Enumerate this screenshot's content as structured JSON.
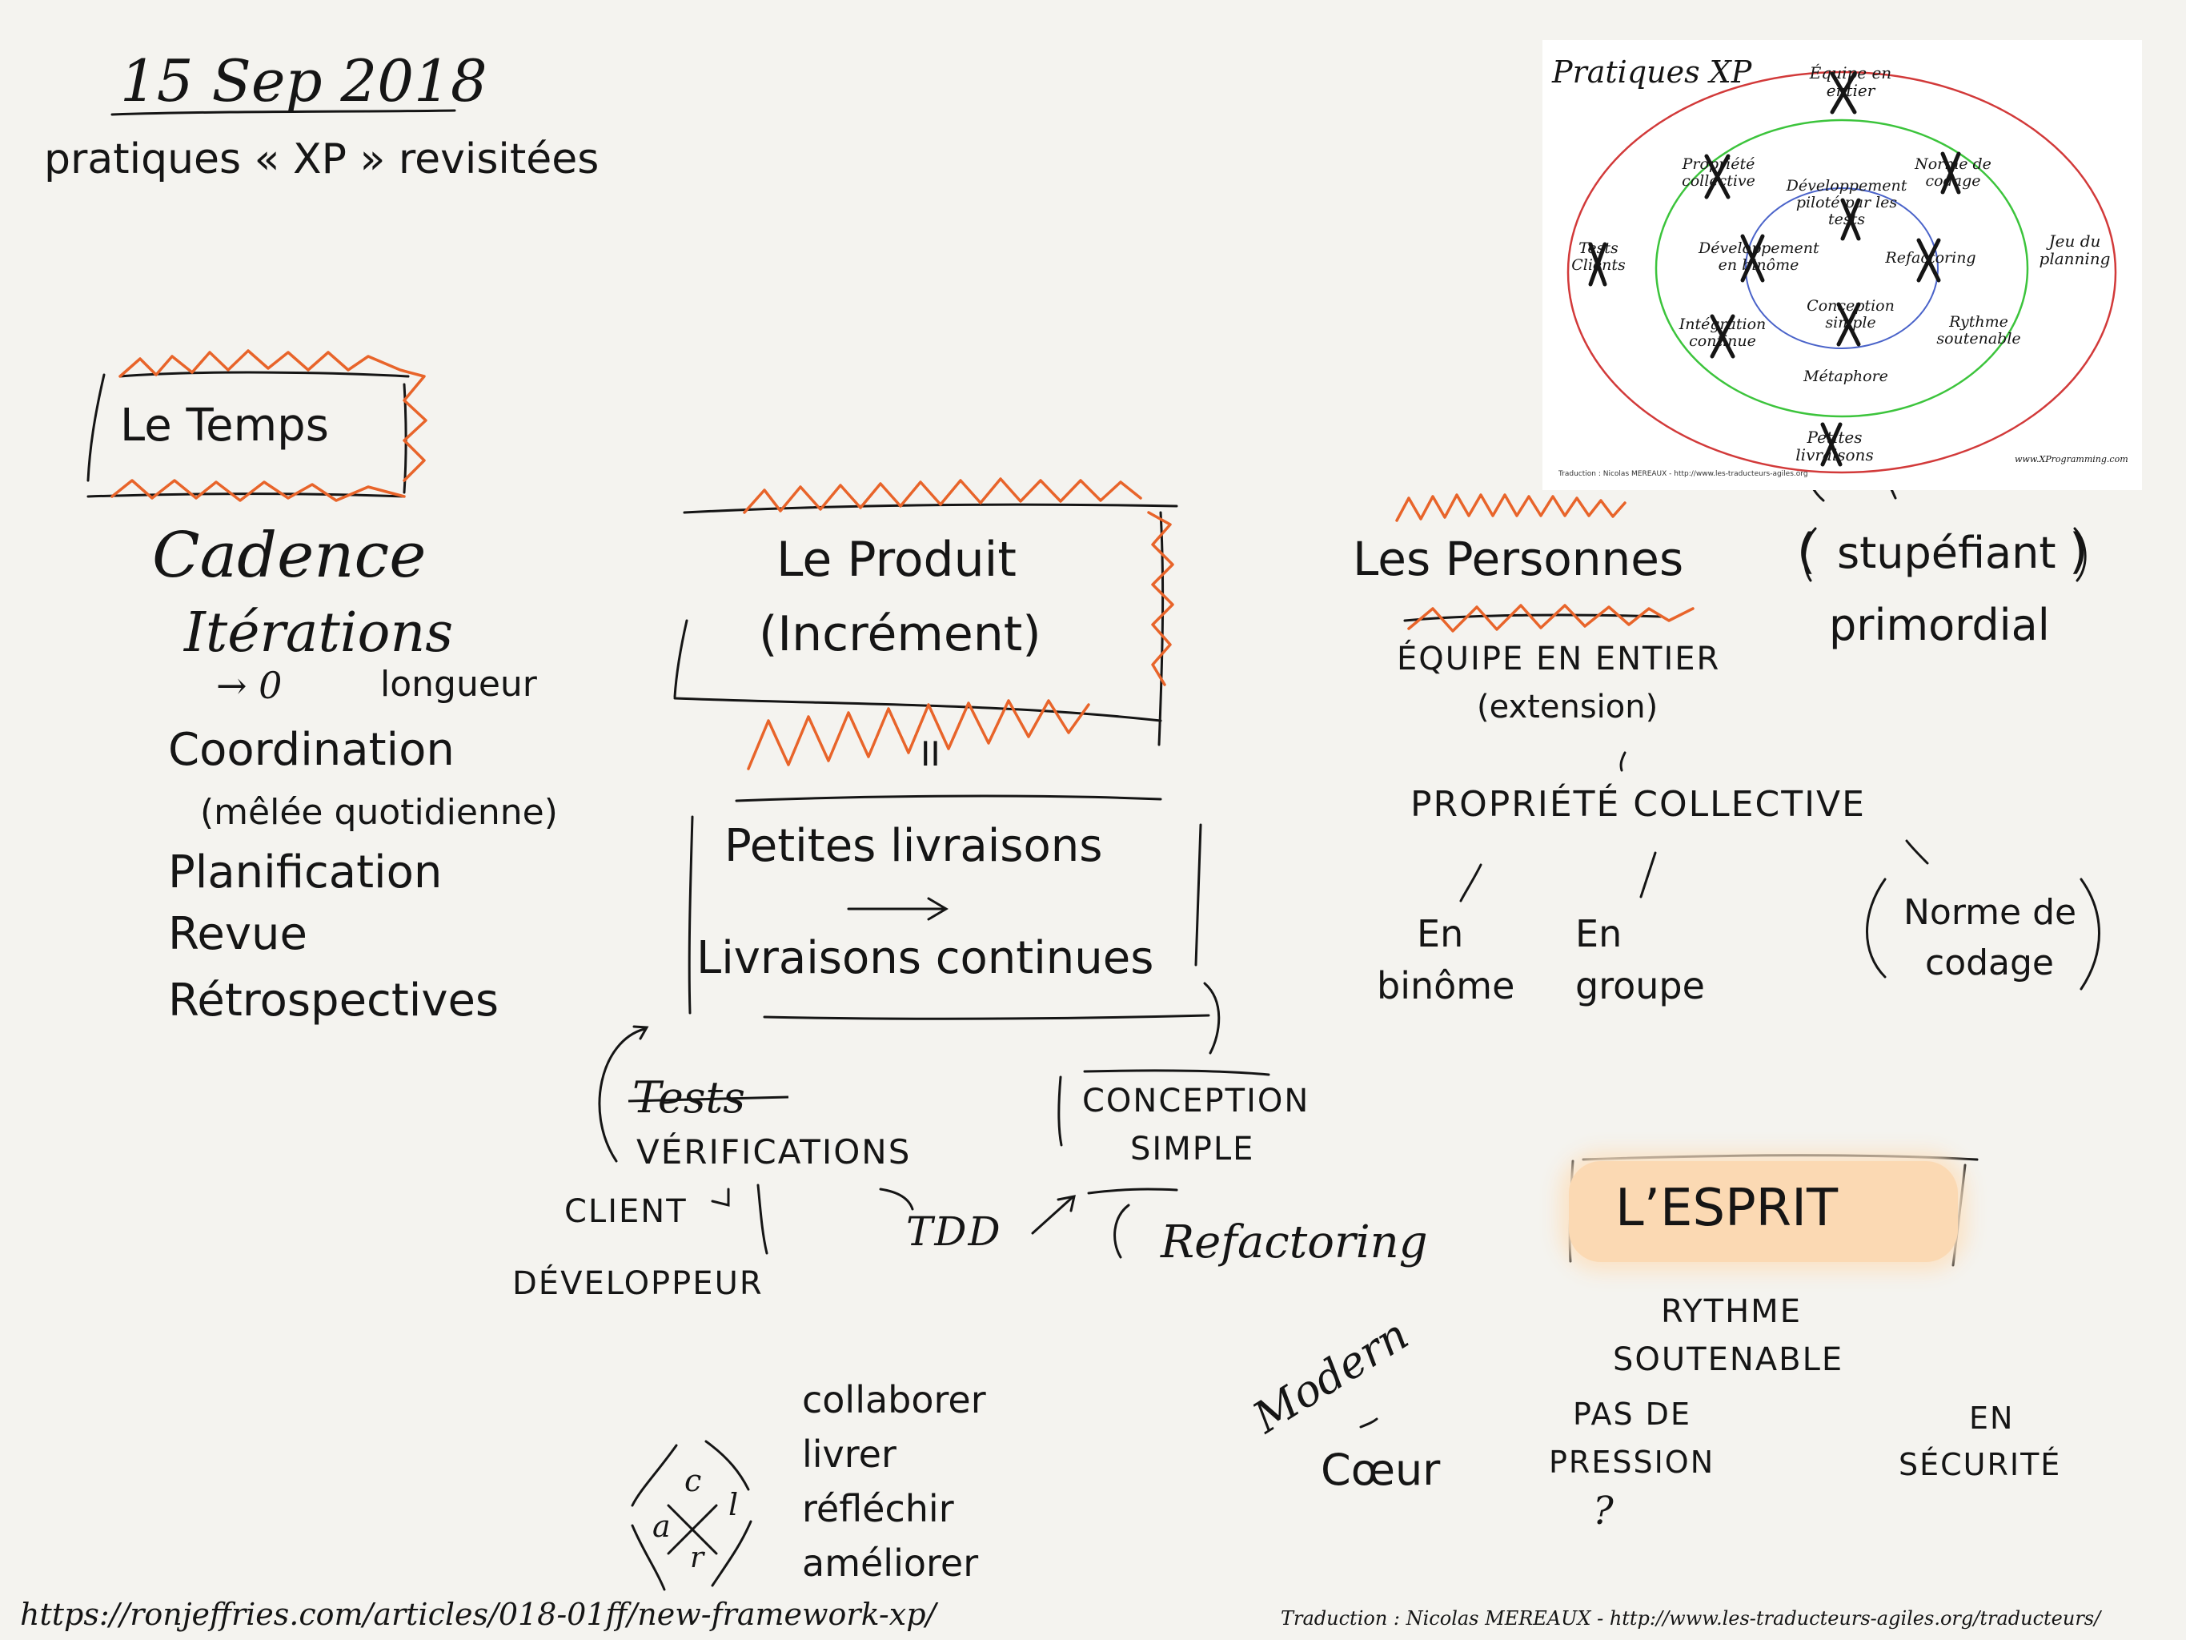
{
  "header": {
    "date": "15 Sep 2018",
    "title": "pratiques « XP » revisitées"
  },
  "xp_diagram": {
    "title": "Pratiques XP",
    "practices": {
      "whole_team": "Équipe en entier",
      "collective_ownership": "Propriété collective",
      "tdd": "Développement piloté par les tests",
      "coding_standard": "Norme de codage",
      "customer_tests": "Tests Clients",
      "pair_programming": "Développement en binôme",
      "refactoring": "Refactoring",
      "planning_game": "Jeu du planning",
      "continuous_integration": "Intégration continue",
      "simple_design": "Conception simple",
      "sustainable_pace": "Rythme soutenable",
      "metaphor": "Métaphore",
      "small_releases": "Petites livraisons"
    },
    "credit": "Traduction : Nicolas MEREAUX - http://www.les-traducteurs-agiles.org",
    "source": "www.XProgramming.com",
    "colors": {
      "outer": "#d23a3a",
      "middle": "#3cc43c",
      "inner": "#4a63c9"
    }
  },
  "temps": {
    "heading": "Le Temps",
    "cadence": "Cadence",
    "iterations": "Itérations",
    "arrow_zero": "→ 0",
    "longueur": "longueur",
    "coordination": "Coordination",
    "melee": "(mêlée quotidienne)",
    "planification": "Planification",
    "revue": "Revue",
    "retrospectives": "Rétrospectives"
  },
  "produit": {
    "heading_line1": "Le Produit",
    "heading_line2": "(Incrément)",
    "equals": "II",
    "petites_livraisons": "Petites livraisons",
    "livraisons_continues": "Livraisons continues",
    "tests_struck": "Tests",
    "verifications": "VÉRIFICATIONS",
    "client": "CLIENT",
    "developpeur": "DÉVELOPPEUR",
    "conception_line1": "CONCEPTION",
    "conception_line2": "SIMPLE",
    "tdd": "TDD",
    "refactoring": "Refactoring"
  },
  "personnes": {
    "heading": "Les Personnes",
    "stupefiant": "stupéfiant",
    "primordial": "primordial",
    "equipe": "ÉQUIPE EN ENTIER",
    "extension": "(extension)",
    "propriete": "PROPRIÉTÉ COLLECTIVE",
    "en_binome_line1": "En",
    "en_binome_line2": "binôme",
    "en_groupe_line1": "En",
    "en_groupe_line2": "groupe",
    "norme_line1": "Norme de",
    "norme_line2": "codage"
  },
  "esprit": {
    "heading": "L’ESPRIT",
    "rythme_line1": "RYTHME",
    "rythme_line2": "SOUTENABLE",
    "pression_line1": "PAS DE",
    "pression_line2": "PRESSION",
    "question": "?",
    "securite_line1": "EN",
    "securite_line2": "SÉCURITÉ",
    "modern": "Modern",
    "coeur": "Cœur"
  },
  "cycle": {
    "letter_c": "c",
    "letter_l": "l",
    "letter_a": "a",
    "letter_r": "r",
    "collaborer": "collaborer",
    "livrer": "livrer",
    "reflechir": "réfléchir",
    "ameliorer": "améliorer"
  },
  "footer": {
    "source_url": "https://ronjeffries.com/articles/018-01ff/new-framework-xp/",
    "translation_credit": "Traduction : Nicolas MEREAUX - http://www.les-traducteurs-agiles.org/traducteurs/"
  },
  "colors": {
    "accent_orange": "#e8642a",
    "ink": "#151515",
    "highlight": "#fbd9b3"
  }
}
